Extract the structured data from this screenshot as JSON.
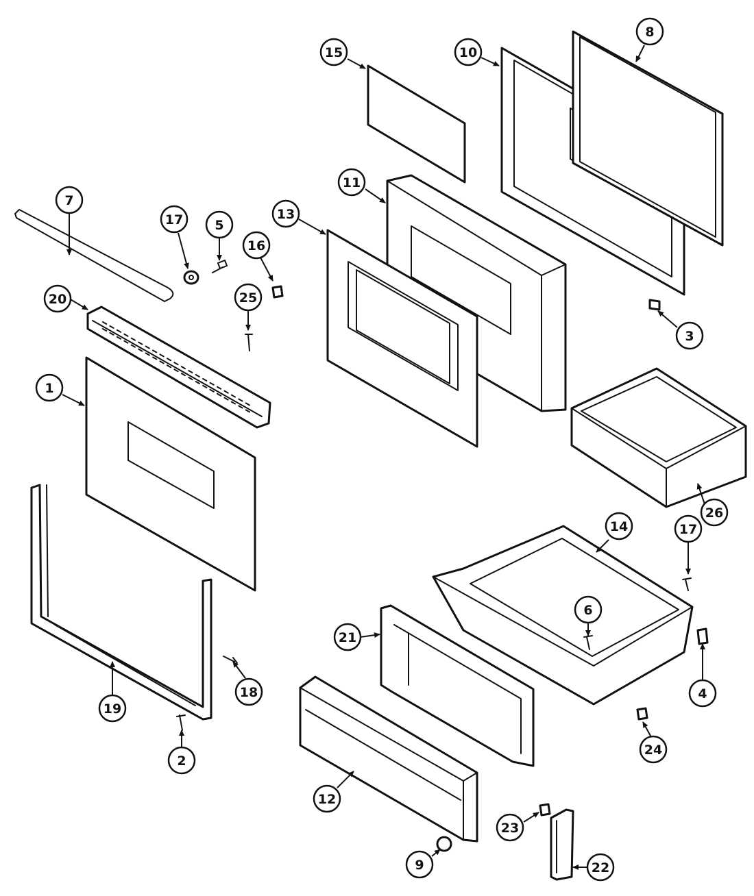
{
  "diagram": {
    "callouts": [
      {
        "id": "callout-1",
        "label": "1"
      },
      {
        "id": "callout-2",
        "label": "2"
      },
      {
        "id": "callout-3",
        "label": "3"
      },
      {
        "id": "callout-4",
        "label": "4"
      },
      {
        "id": "callout-5",
        "label": "5"
      },
      {
        "id": "callout-6",
        "label": "6"
      },
      {
        "id": "callout-7",
        "label": "7"
      },
      {
        "id": "callout-8",
        "label": "8"
      },
      {
        "id": "callout-9",
        "label": "9"
      },
      {
        "id": "callout-10",
        "label": "10"
      },
      {
        "id": "callout-11",
        "label": "11"
      },
      {
        "id": "callout-12",
        "label": "12"
      },
      {
        "id": "callout-13",
        "label": "13"
      },
      {
        "id": "callout-14",
        "label": "14"
      },
      {
        "id": "callout-15",
        "label": "15"
      },
      {
        "id": "callout-16",
        "label": "16"
      },
      {
        "id": "callout-17a",
        "label": "17"
      },
      {
        "id": "callout-17b",
        "label": "17"
      },
      {
        "id": "callout-18",
        "label": "18"
      },
      {
        "id": "callout-19",
        "label": "19"
      },
      {
        "id": "callout-20",
        "label": "20"
      },
      {
        "id": "callout-21",
        "label": "21"
      },
      {
        "id": "callout-22",
        "label": "22"
      },
      {
        "id": "callout-23",
        "label": "23"
      },
      {
        "id": "callout-24",
        "label": "24"
      },
      {
        "id": "callout-25",
        "label": "25"
      },
      {
        "id": "callout-26",
        "label": "26"
      }
    ]
  }
}
